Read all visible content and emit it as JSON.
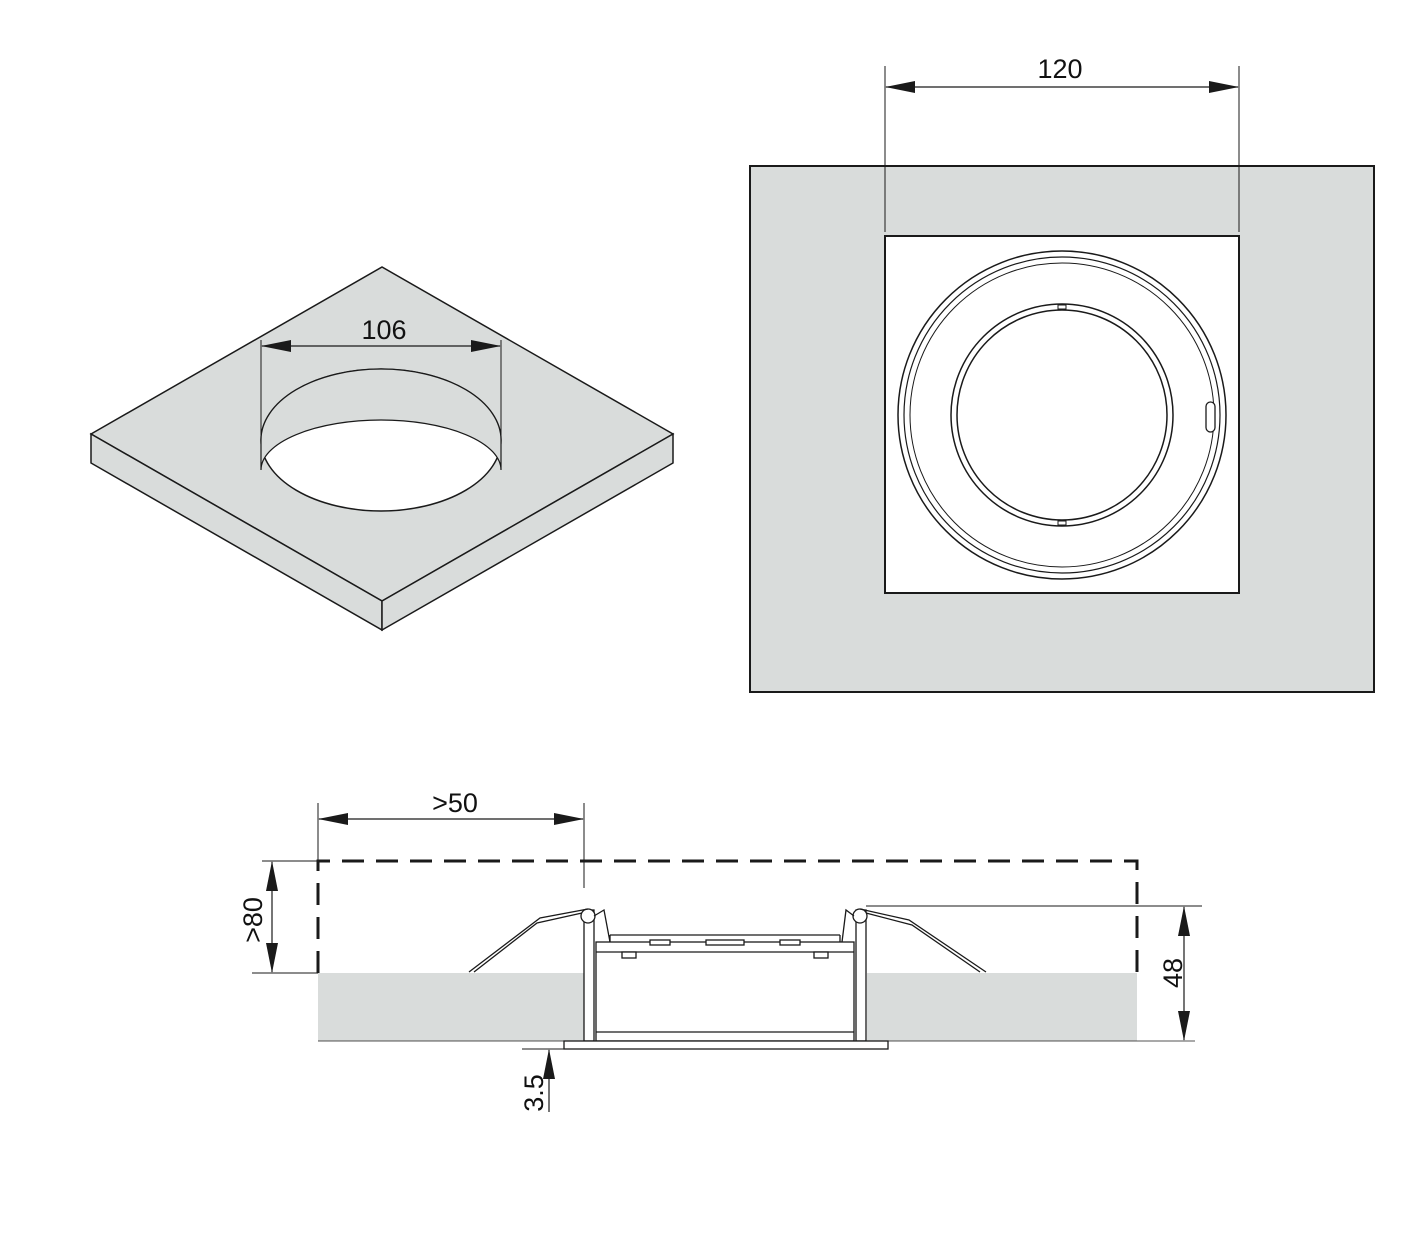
{
  "colors": {
    "surface": "#d9dcdb",
    "line": "#1a1a1a",
    "background": "#ffffff"
  },
  "isometric_view": {
    "cutout_diameter_label": "106"
  },
  "top_view": {
    "opening_width_label": "120"
  },
  "section_view": {
    "side_clearance_label": ">50",
    "top_clearance_label": ">80",
    "installed_height_label": "48",
    "trim_thickness_label": "3.5"
  }
}
